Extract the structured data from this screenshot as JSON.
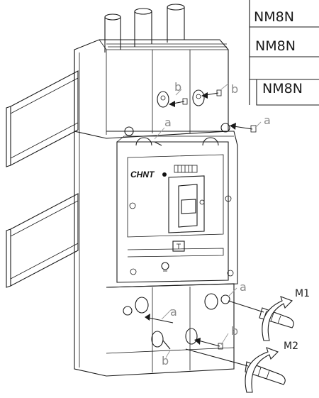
{
  "models_table": {
    "rows": [
      "NM8N",
      "NM8N",
      "NM8N"
    ]
  },
  "breaker": {
    "brand": "CHNT"
  },
  "callouts": {
    "screw_label": "a",
    "bolt_label": "b"
  },
  "motions": {
    "upper": "M1",
    "lower": "M2"
  },
  "colors": {
    "line": "#1a1a1a",
    "leader": "#9a9a9a",
    "label": "#8a8a8a",
    "background": "#ffffff"
  }
}
